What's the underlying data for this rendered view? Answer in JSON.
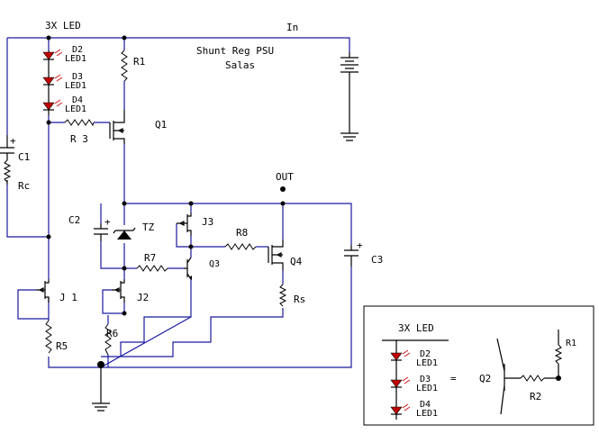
{
  "title": {
    "line1": "Shunt Reg PSU",
    "line2": "Salas"
  },
  "labels": {
    "led_group": "3X LED",
    "input": "In",
    "output": "OUT",
    "d2": "D2",
    "d3": "D3",
    "d4": "D4",
    "led1": "LED1",
    "r1": "R1",
    "r3": "R 3",
    "rc": "Rc",
    "c1": "C1",
    "c2": "C2",
    "tz": "TZ",
    "q1": "Q1",
    "j3": "J3",
    "r8": "R8",
    "r7": "R7",
    "q3": "Q3",
    "q4": "Q4",
    "c3": "C3",
    "j1": "J 1",
    "j2": "J2",
    "rs": "Rs",
    "r5": "R5",
    "r6": "R6",
    "plus": "+"
  },
  "inset": {
    "led_group": "3X LED",
    "d2": "D2",
    "d3": "D3",
    "d4": "D4",
    "led1": "LED1",
    "equals": "=",
    "q2": "Q2",
    "r2": "R2",
    "r1": "R1"
  }
}
